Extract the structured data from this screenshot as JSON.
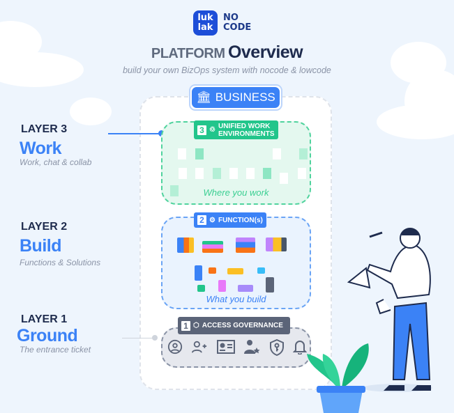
{
  "logo": {
    "brand_line1": "luk",
    "brand_line2": "lak",
    "tag_line1": "NO",
    "tag_line2": "CODE"
  },
  "header": {
    "title_part1": "PLATFORM",
    "title_part2": "Overview",
    "subtitle": "build your own BizOps system with nocode & lowcode"
  },
  "business": {
    "label": "BUSINESS",
    "icon": "bank-icon"
  },
  "layers": [
    {
      "label": "LAYER 3",
      "name": "Work",
      "desc": "Work, chat & collab",
      "badge": "3",
      "tag_line1": "UNIFIED WORK",
      "tag_line2": "ENVIRONMENTS",
      "caption": "Where you work",
      "color": "#22c58b"
    },
    {
      "label": "LAYER 2",
      "name": "Build",
      "desc": "Functions & Solutions",
      "badge": "2",
      "tag": "FUNCTION(s)",
      "caption": "What you build",
      "color": "#3b82f6"
    },
    {
      "label": "LAYER 1",
      "name": "Ground",
      "desc": "The entrance ticket",
      "badge": "1",
      "tag": "ACCESS GOVERNANCE",
      "color": "#5b6478",
      "icons": [
        "user-circle-icon",
        "add-user-icon",
        "id-card-icon",
        "user-star-icon",
        "shield-key-icon",
        "bell-icon"
      ]
    }
  ]
}
